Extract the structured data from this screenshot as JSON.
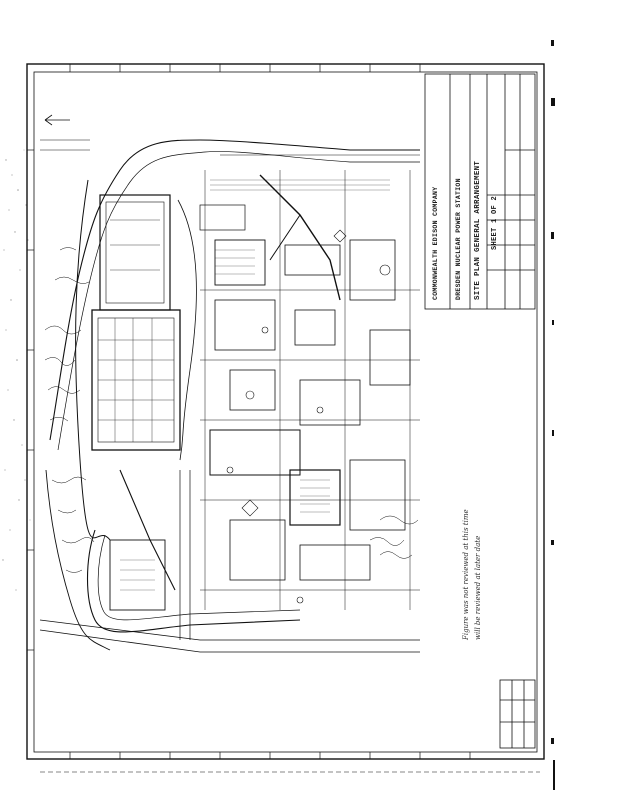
{
  "document": {
    "type": "scanned engineering drawing",
    "orientation": "rotated 90 degrees counter-clockwise",
    "ink_color": "#111111",
    "paper_color": "#ffffff"
  },
  "title_block": {
    "company": "COMMONWEALTH EDISON COMPANY",
    "plant": "DRESDEN NUCLEAR POWER STATION",
    "title": "SITE PLAN GENERAL ARRANGEMENT",
    "sheet": "SHEET 1 OF 2"
  },
  "handwritten": {
    "margin_note_1": "Figure was not reviewed at this time",
    "margin_note_2": "will be reviewed at later date"
  }
}
